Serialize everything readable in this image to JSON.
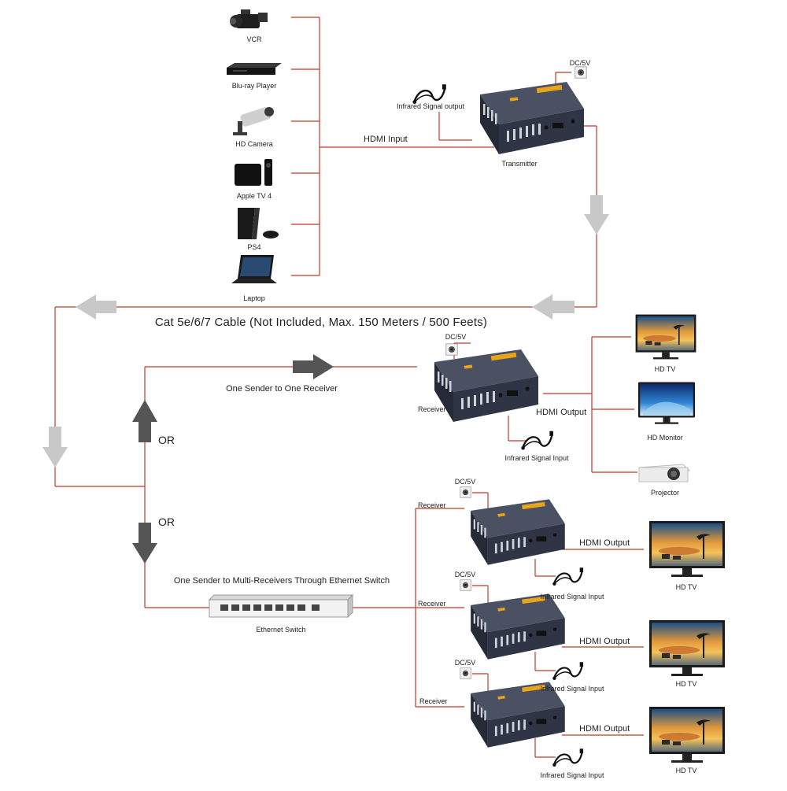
{
  "sources": [
    {
      "label": "VCR",
      "icon": "camcorder-icon"
    },
    {
      "label": "Blu-ray Player",
      "icon": "bluray-player-icon"
    },
    {
      "label": "HD Camera",
      "icon": "security-camera-icon"
    },
    {
      "label": "Apple TV 4",
      "icon": "apple-tv-icon"
    },
    {
      "label": "PS4",
      "icon": "game-console-icon"
    },
    {
      "label": "Laptop",
      "icon": "laptop-icon"
    }
  ],
  "transmitter": {
    "label": "Transmitter",
    "dc": "DC/5V",
    "ir": "Infrared Signal output",
    "hdmi_in": "HDMI Input"
  },
  "cable_label": "Cat 5e/6/7 Cable (Not Included, Max. 150 Meters / 500 Feets)",
  "single": {
    "caption": "One Sender to One Receiver",
    "receiver": "Receiver",
    "dc": "DC/5V",
    "hdmi_out": "HDMI Output",
    "ir": "Infrared Signal Input",
    "displays": [
      {
        "label": "HD TV",
        "icon": "tv-icon"
      },
      {
        "label": "HD Monitor",
        "icon": "monitor-icon"
      },
      {
        "label": "Projector",
        "icon": "projector-icon"
      }
    ]
  },
  "or_label": "OR",
  "or_label_2": "OR",
  "multi": {
    "caption": "One Sender to Multi-Receivers Through Ethernet Switch",
    "switch": "Ethernet Switch",
    "receivers": [
      {
        "receiver": "Receiver",
        "dc": "DC/5V",
        "hdmi_out": "HDMI Output",
        "ir": "Infrared Signal Input",
        "tv": "HD TV"
      },
      {
        "receiver": "Receiver",
        "dc": "DC/5V",
        "hdmi_out": "HDMI Output",
        "ir": "Infrared Signal Input",
        "tv": "HD TV"
      },
      {
        "receiver": "Receiver",
        "dc": "DC/5V",
        "hdmi_out": "HDMI Output",
        "ir": "Infrared Signal Input",
        "tv": "HD TV"
      }
    ]
  },
  "colors": {
    "wire": "#c0392b",
    "device_body": "#2f3544",
    "accent": "#e8a51a",
    "light_arrow": "#c8c8c8",
    "dark_arrow": "#555555"
  }
}
